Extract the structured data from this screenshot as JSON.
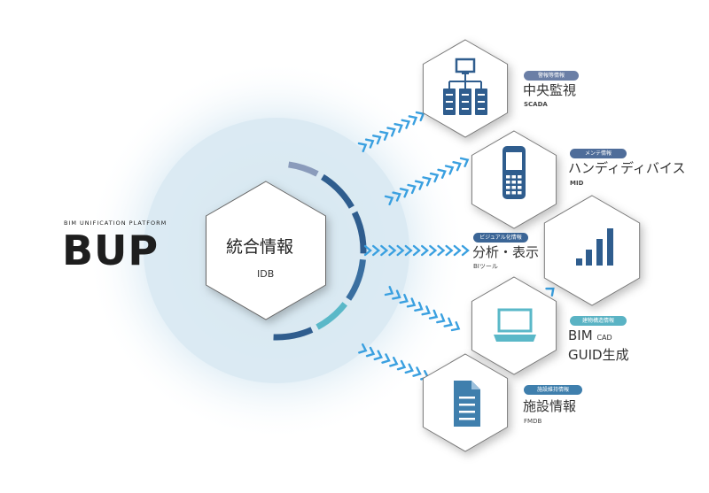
{
  "logo": {
    "subtitle": "BIM UNIFICATION PLATFORM",
    "title": "BUP"
  },
  "center": {
    "title": "統合情報",
    "subtitle": "IDB"
  },
  "nodes": [
    {
      "badge": "警報等情報",
      "title": "中央監視",
      "subtitle": "SCADA",
      "icon": "server-network-icon",
      "badge_color": "#6b7fa6"
    },
    {
      "badge": "メンテ情報",
      "title": "ハンディディバイス",
      "subtitle": "MID",
      "icon": "handheld-device-icon",
      "badge_color": "#4f6d9a"
    },
    {
      "badge": "ビジュアル化情報",
      "title": "分析・表示",
      "subtitle": "BIツール",
      "icon": "bar-chart-icon",
      "badge_color": "#3b6596"
    },
    {
      "badge": "建物構造情報",
      "title": "BIM",
      "title_small": "CAD",
      "title2": "GUID生成",
      "icon": "laptop-icon",
      "badge_color": "#5ab3c4"
    },
    {
      "badge": "施設維持情報",
      "title": "施設情報",
      "subtitle": "FMDB",
      "icon": "document-icon",
      "badge_color": "#3f7fad"
    }
  ],
  "colors": {
    "dark_blue": "#2f5d8e",
    "teal": "#5ab8c8",
    "arrow": "#3aa0e0",
    "glow": "#e3f0f7"
  }
}
